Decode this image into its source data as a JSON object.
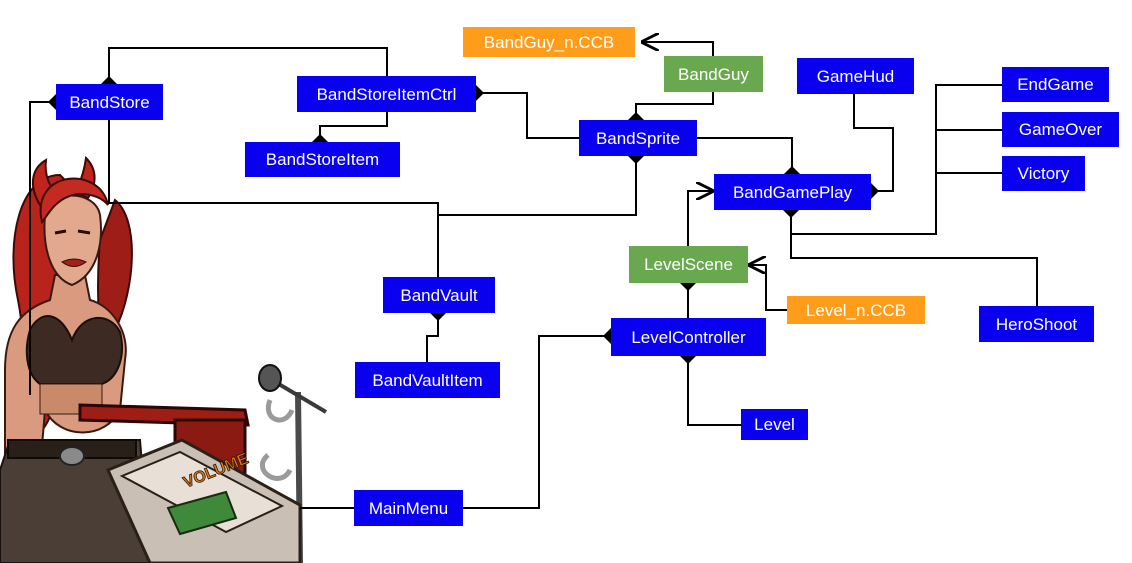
{
  "colors": {
    "class_node": "#0a00f0",
    "scene_node": "#6aa84f",
    "ccb_file": "#ff9c1a",
    "connector": "#000000",
    "label_text": "#ffffff"
  },
  "nodes": {
    "band_store": "BandStore",
    "band_store_item_ctrl": "BandStoreItemCtrl",
    "band_store_item": "BandStoreItem",
    "band_guy_ccb": "BandGuy_n.CCB",
    "band_guy": "BandGuy",
    "band_sprite": "BandSprite",
    "game_hud": "GameHud",
    "end_game": "EndGame",
    "game_over": "GameOver",
    "victory": "Victory",
    "band_game_play": "BandGamePlay",
    "level_scene": "LevelScene",
    "level_ccb": "Level_n.CCB",
    "hero_shoot": "HeroShoot",
    "band_vault": "BandVault",
    "level_controller": "LevelController",
    "band_vault_item": "BandVaultItem",
    "level": "Level",
    "main_menu": "MainMenu"
  },
  "illustration": {
    "console_text": "VOLUME"
  }
}
